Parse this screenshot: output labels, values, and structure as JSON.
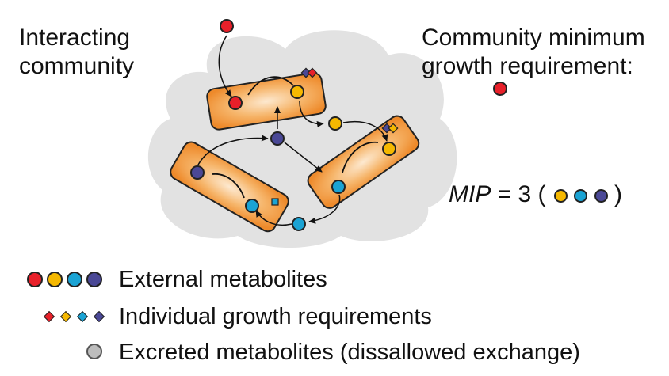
{
  "labels": {
    "interacting_line1": "Interacting",
    "interacting_line2": "community",
    "requirement_line1": "Community minimum",
    "requirement_line2": "growth requirement:",
    "mip_symbol": "MIP",
    "mip_equals": "= 3 ("
  },
  "legend": {
    "external": "External metabolites",
    "individual": "Individual growth requirements",
    "excreted": "Excreted metabolites (dissallowed exchange)"
  },
  "colors": {
    "red": "#e8202a",
    "yellow": "#f5b800",
    "cyan": "#1aa3d4",
    "purple": "#4a4896",
    "grey": "#bdbdbd",
    "cell": "#f39a3b",
    "cloud": "#e2e2e2"
  }
}
